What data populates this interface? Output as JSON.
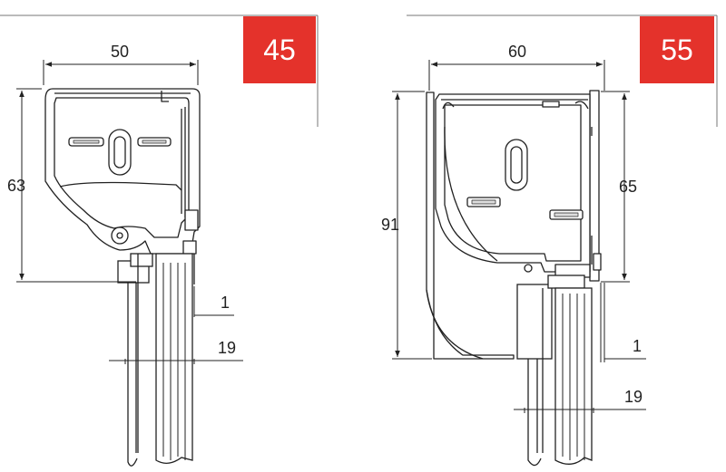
{
  "left_section": {
    "badge": "45",
    "dims": {
      "width": "50",
      "height": "63",
      "gap": "1",
      "slat": "19"
    }
  },
  "right_section": {
    "badge": "55",
    "dims": {
      "width": "60",
      "total_height": "91",
      "height": "65",
      "gap": "1",
      "slat": "19"
    }
  },
  "colors": {
    "badge": "#e4322b",
    "line": "#222222",
    "fill": "#ffffff"
  }
}
